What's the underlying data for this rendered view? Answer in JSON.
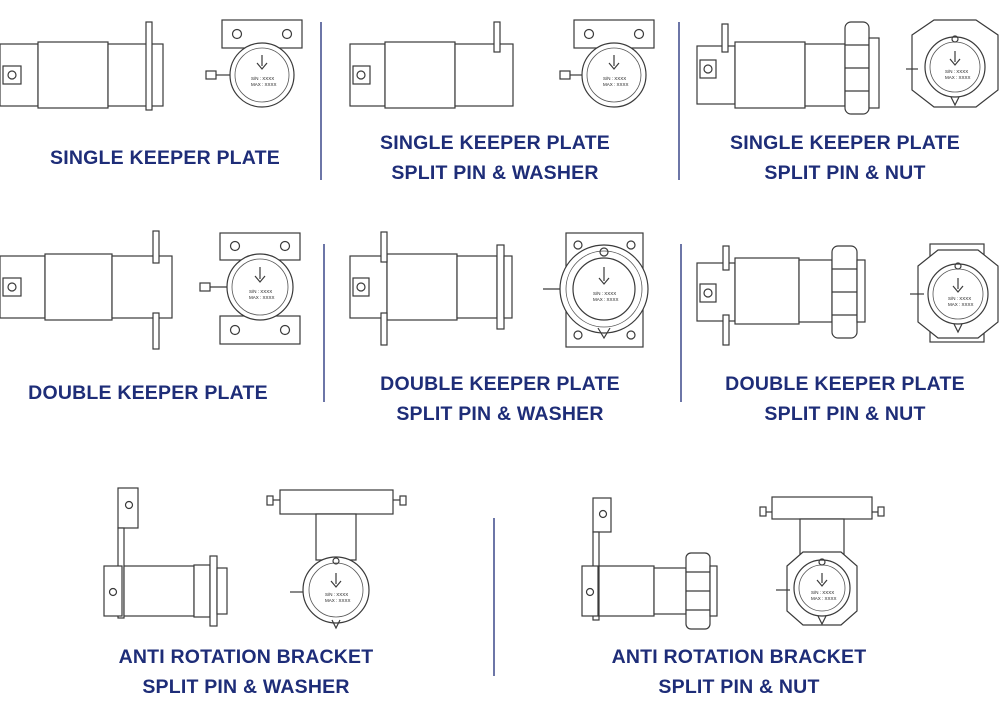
{
  "variants": [
    {
      "id": "v1",
      "lines": [
        "SINGLE KEEPER PLATE"
      ]
    },
    {
      "id": "v2",
      "lines": [
        "SINGLE KEEPER PLATE",
        "SPLIT PIN & WASHER"
      ]
    },
    {
      "id": "v3",
      "lines": [
        "SINGLE KEEPER PLATE",
        "SPLIT PIN & NUT"
      ]
    },
    {
      "id": "v4",
      "lines": [
        "DOUBLE KEEPER PLATE"
      ]
    },
    {
      "id": "v5",
      "lines": [
        "DOUBLE KEEPER PLATE",
        "SPLIT PIN & WASHER"
      ]
    },
    {
      "id": "v6",
      "lines": [
        "DOUBLE KEEPER PLATE",
        "SPLIT PIN & NUT"
      ]
    },
    {
      "id": "v7",
      "lines": [
        "ANTI ROTATION BRACKET",
        "SPLIT PIN & WASHER"
      ]
    },
    {
      "id": "v8",
      "lines": [
        "ANTI ROTATION BRACKET",
        "SPLIT PIN & NUT"
      ]
    }
  ],
  "label_plate": {
    "serial": "S/N : XXXX",
    "max": "MAX : XXXX"
  },
  "colors": {
    "caption": "#1e2d78",
    "line": "#3a3a3a",
    "divider": "#1e2d78"
  }
}
